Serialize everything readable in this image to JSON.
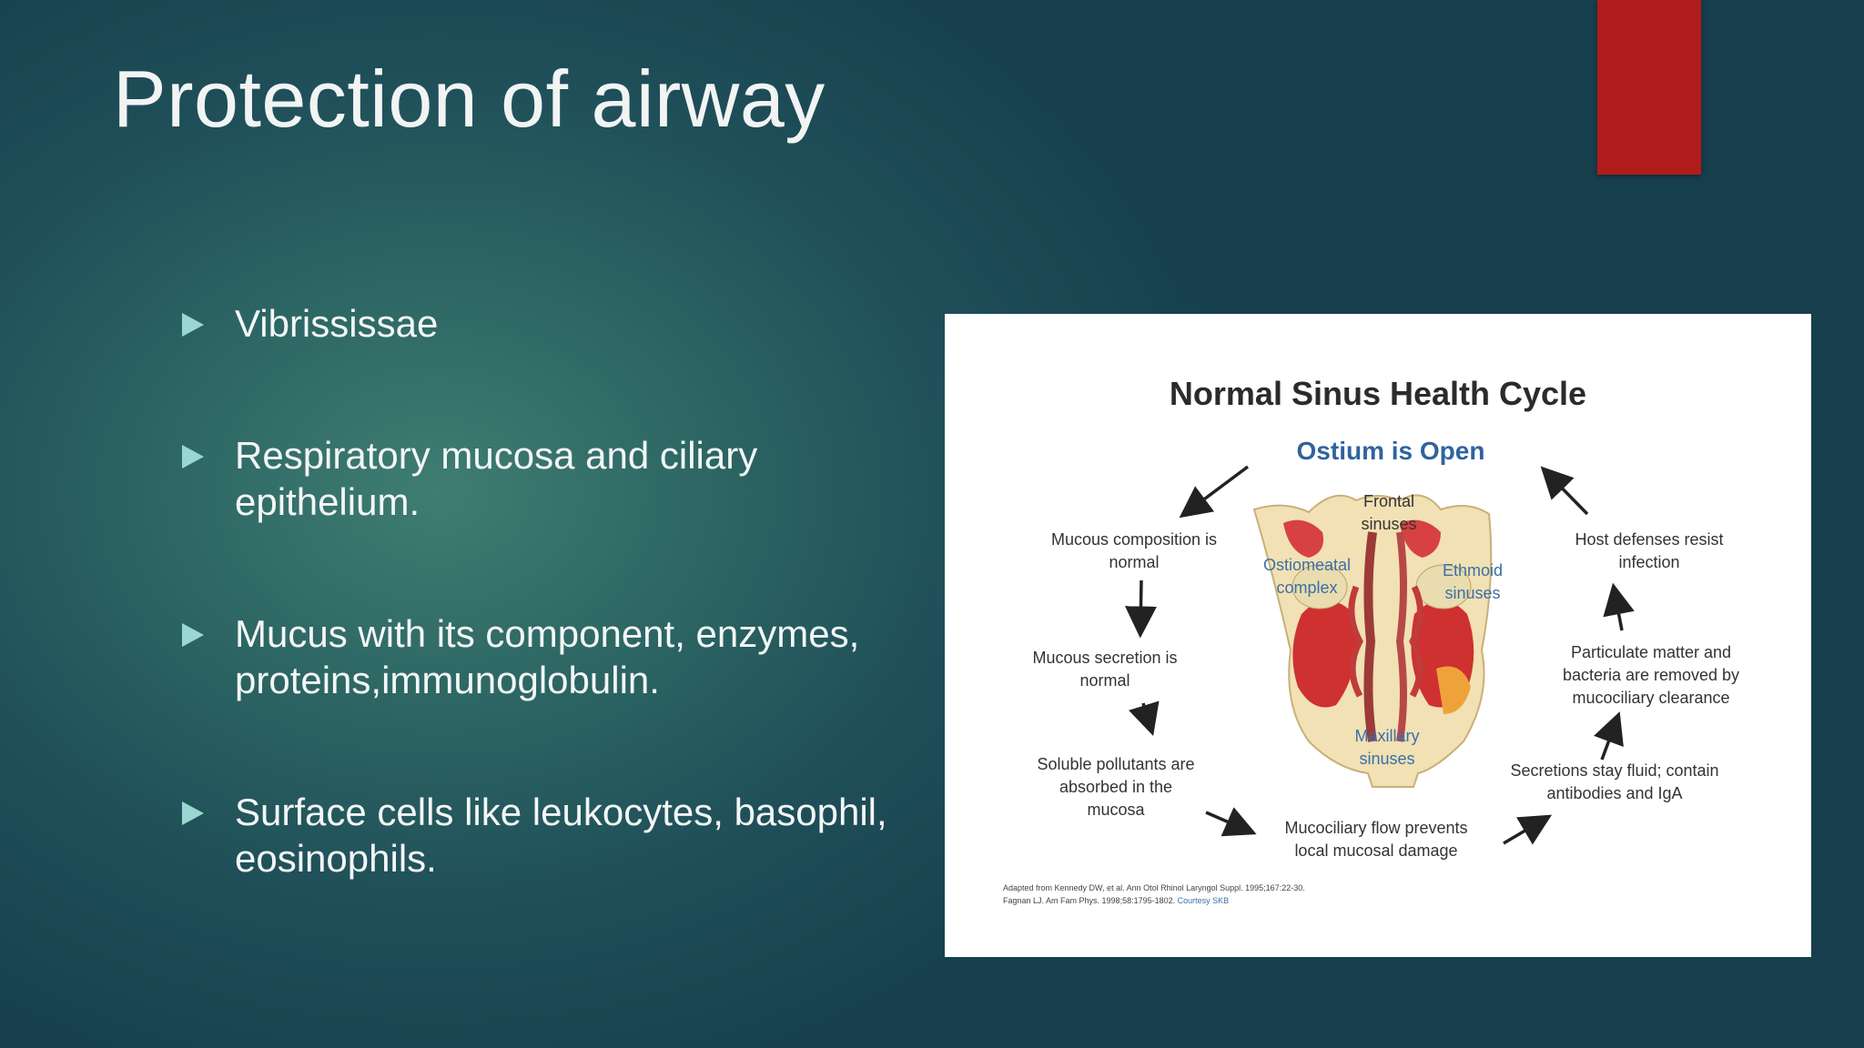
{
  "slide": {
    "title": "Protection of airway",
    "accent_color": "#b01c1c"
  },
  "bullets": [
    "Vibrississae",
    "Respiratory mucosa and ciliary epithelium.",
    "Mucus with its component, enzymes, proteins,immunoglobulin.",
    "Surface cells like leukocytes, basophil, eosinophils."
  ],
  "figure": {
    "title": "Normal Sinus Health Cycle",
    "subtitle": "Ostium is Open",
    "anatomy_labels": {
      "frontal_1": "Frontal",
      "frontal_2": "sinuses",
      "ostio_1": "Ostiomeatal",
      "ostio_2": "complex",
      "ethmoid_1": "Ethmoid",
      "ethmoid_2": "sinuses",
      "maxillary_1": "Maxillary",
      "maxillary_2": "sinuses"
    },
    "cycle": {
      "mucous_comp_1": "Mucous composition is",
      "mucous_comp_2": "normal",
      "mucous_sec_1": "Mucous secretion is",
      "mucous_sec_2": "normal",
      "soluble_1": "Soluble pollutants are",
      "soluble_2": "absorbed in the",
      "soluble_3": "mucosa",
      "mucociliary_1": "Mucociliary flow prevents",
      "mucociliary_2": "local mucosal damage",
      "secretions_1": "Secretions stay fluid; contain",
      "secretions_2": "antibodies and IgA",
      "particulate_1": "Particulate matter and",
      "particulate_2": "bacteria are removed by",
      "particulate_3": "mucociliary clearance",
      "host_1": "Host defenses resist",
      "host_2": "infection"
    },
    "citation_1": "Adapted from Kennedy DW, et al. Ann Otol Rhinol Laryngol Suppl. 1995;167:22-30.",
    "citation_2": "Fagnan LJ. Am Fam Phys. 1998;58:1795-1802.",
    "citation_courtesy": "Courtesy SKB"
  }
}
